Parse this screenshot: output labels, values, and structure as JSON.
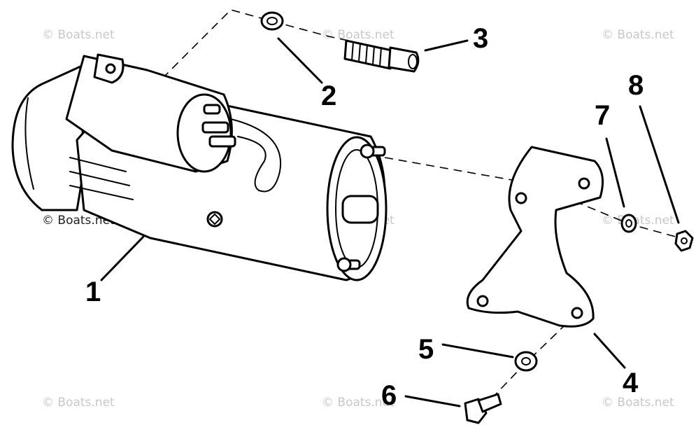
{
  "diagram": {
    "callouts": [
      "1",
      "2",
      "3",
      "4",
      "5",
      "6",
      "7",
      "8"
    ],
    "watermark": "© Boats.net"
  }
}
